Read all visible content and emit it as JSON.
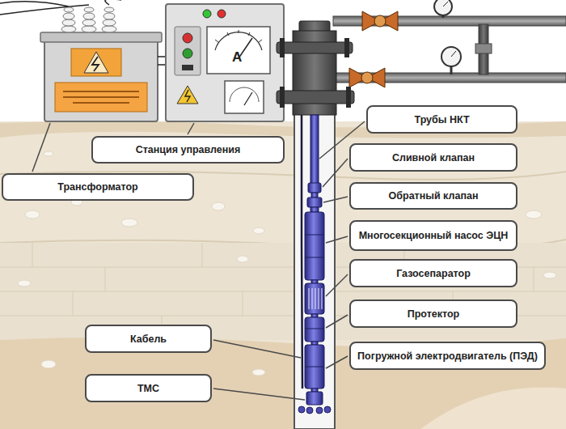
{
  "diagram": {
    "nodes": [
      {
        "text": [
          "Трубы НКТ"
        ]
      },
      {
        "text": [
          "Станция управления"
        ]
      },
      {
        "text": [
          "Сливной клапан"
        ]
      },
      {
        "text": [
          "Трансформатор"
        ]
      },
      {
        "text": [
          "Обратный клапан"
        ]
      },
      {
        "text": [
          "Многосекционный насос ЭЦН"
        ]
      },
      {
        "text": [
          "Газосепаратор"
        ]
      },
      {
        "text": [
          "Протектор"
        ]
      },
      {
        "text": [
          "Кабель"
        ]
      },
      {
        "text": [
          "Погружной электродвигатель (ПЭД)"
        ]
      },
      {
        "text": [
          "ТМС"
        ]
      }
    ],
    "labels": [
      "A"
    ]
  }
}
